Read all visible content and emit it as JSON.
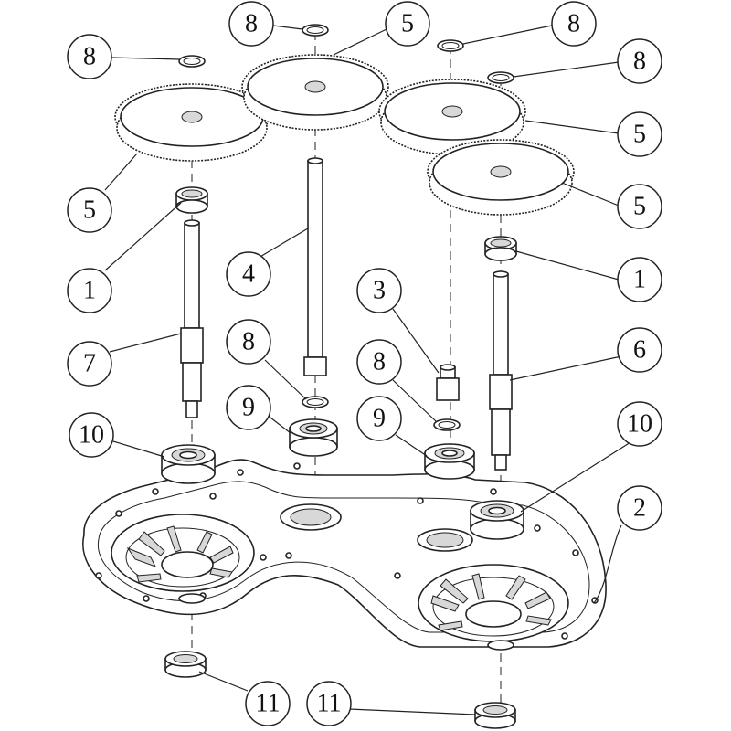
{
  "diagram": {
    "type": "exploded-assembly",
    "callouts": [
      {
        "id": "c1",
        "label": "8"
      },
      {
        "id": "c2",
        "label": "5"
      },
      {
        "id": "c3",
        "label": "8"
      },
      {
        "id": "c4",
        "label": "8"
      },
      {
        "id": "c5",
        "label": "8"
      },
      {
        "id": "c6",
        "label": "5"
      },
      {
        "id": "c7",
        "label": "5"
      },
      {
        "id": "c8",
        "label": "5"
      },
      {
        "id": "c9",
        "label": "1"
      },
      {
        "id": "c10",
        "label": "4"
      },
      {
        "id": "c11",
        "label": "1"
      },
      {
        "id": "c12",
        "label": "3"
      },
      {
        "id": "c13",
        "label": "7"
      },
      {
        "id": "c14",
        "label": "8"
      },
      {
        "id": "c15",
        "label": "6"
      },
      {
        "id": "c16",
        "label": "9"
      },
      {
        "id": "c17",
        "label": "8"
      },
      {
        "id": "c18",
        "label": "9"
      },
      {
        "id": "c19",
        "label": "10"
      },
      {
        "id": "c20",
        "label": "10"
      },
      {
        "id": "c21",
        "label": "2"
      },
      {
        "id": "c22",
        "label": "11"
      },
      {
        "id": "c23",
        "label": "11"
      }
    ]
  }
}
